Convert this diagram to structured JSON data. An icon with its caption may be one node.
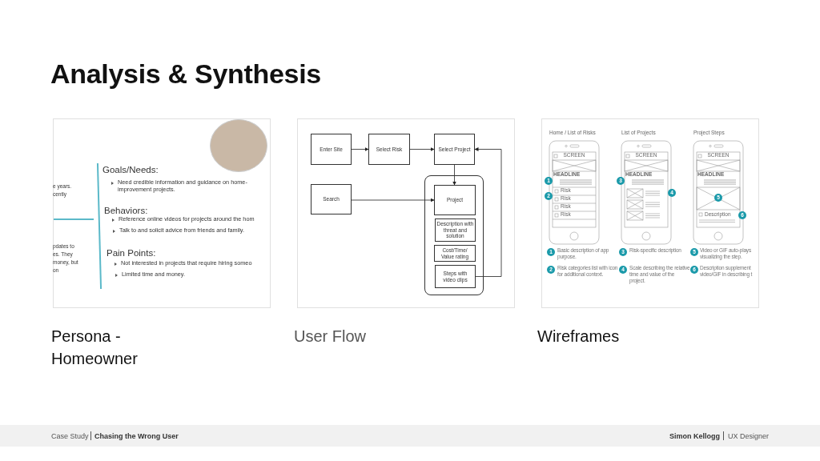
{
  "diagram": {
    "title": "Analysis & Synthesis",
    "nodes": [
      {
        "text": [
          "Enter Site"
        ]
      },
      {
        "text": [
          "Select Risk"
        ]
      },
      {
        "text": [
          "Select Project"
        ]
      },
      {
        "text": [
          "Search"
        ]
      },
      {
        "text": [],
        "shape": "box"
      },
      {
        "text": [
          "Project"
        ],
        "in": 4
      },
      {
        "text": [
          "Description with threat and solution"
        ],
        "in": 4
      },
      {
        "text": [
          "Cost/Time/ Value rating"
        ],
        "in": 4
      },
      {
        "text": [
          "Steps with video clips"
        ],
        "in": 4
      }
    ],
    "edges": [
      {
        "from": 0,
        "to": 1,
        "arrow": "to"
      },
      {
        "from": 1,
        "to": 2,
        "arrow": "to"
      },
      {
        "from": 2,
        "to": 5,
        "arrow": "to"
      },
      {
        "from": 3,
        "to": 5,
        "arrow": "to"
      },
      {
        "from": 8,
        "to": 2,
        "arrow": "to"
      }
    ],
    "labels": [
      "e years.",
      "cently",
      "pdates to",
      "es. They",
      "money, but",
      "on",
      "Goals/Needs:",
      "Need credible information and guidance on home-improvement projects.",
      "Behaviors:",
      "Reference online videos for projects around the hom",
      "Talk to and solicit advice from friends and family.",
      "Pain Points:",
      "Not interested in projects that require hiring someo",
      "Limited time and money.",
      "Home / List of Risks",
      "List of Projects",
      "Project Steps",
      "SCREEN",
      "SCREEN",
      "SCREEN",
      "HEADLINE",
      "HEADLINE",
      "HEADLINE",
      "1",
      "2",
      "Risk",
      "Risk",
      "Risk",
      "Risk",
      "3",
      "4",
      "5",
      "Description",
      "6",
      "1",
      "Basic description of app purpose.",
      "2",
      "Risk categories list with icon for additional context.",
      "3",
      "Risk-specific description",
      "4",
      "Scale describing the relative time and value of the project.",
      "5",
      "Video or GIF auto-plays",
      "visualizing the step.",
      "6",
      "Description supplement",
      "video/GIF in describing t",
      "Persona - Homeowner",
      "User Flow",
      "Wireframes",
      "Case Study",
      "Chasing the Wrong User",
      "Simon Kellogg",
      "UX Designer"
    ]
  }
}
